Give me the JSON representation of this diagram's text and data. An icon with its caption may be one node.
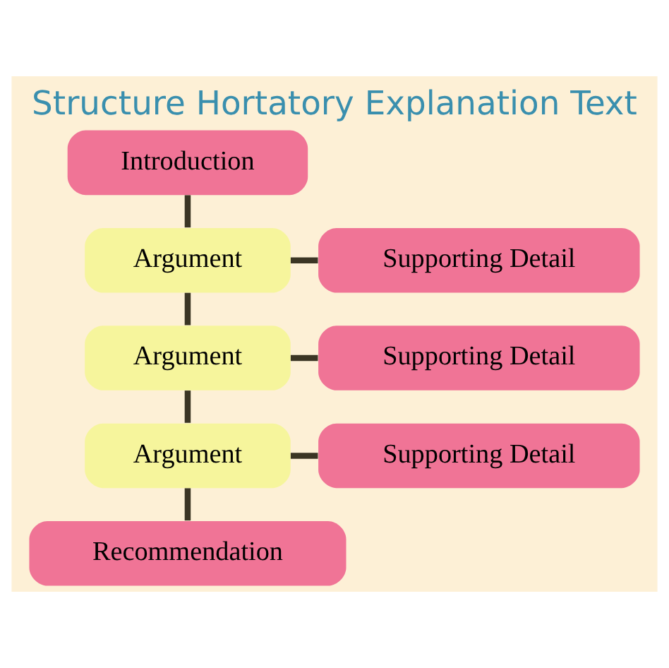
{
  "diagram": {
    "title": "Structure Hortatory Explanation Text",
    "nodes": [
      {
        "text": [
          "Introduction"
        ]
      },
      {
        "text": [
          "Argument"
        ]
      },
      {
        "text": [
          "Supporting Detail"
        ]
      },
      {
        "text": [
          "Argument"
        ]
      },
      {
        "text": [
          "Supporting Detail"
        ]
      },
      {
        "text": [
          "Argument"
        ]
      },
      {
        "text": [
          "Supporting Detail"
        ]
      },
      {
        "text": [
          "Recommendation"
        ]
      }
    ],
    "edges": [
      {
        "from": 0,
        "to": 1,
        "arrow": "none"
      },
      {
        "from": 1,
        "to": 2,
        "arrow": "none"
      },
      {
        "from": 1,
        "to": 3,
        "arrow": "none"
      },
      {
        "from": 3,
        "to": 4,
        "arrow": "none"
      },
      {
        "from": 3,
        "to": 5,
        "arrow": "none"
      },
      {
        "from": 5,
        "to": 6,
        "arrow": "none"
      },
      {
        "from": 5,
        "to": 7,
        "arrow": "none"
      }
    ]
  }
}
